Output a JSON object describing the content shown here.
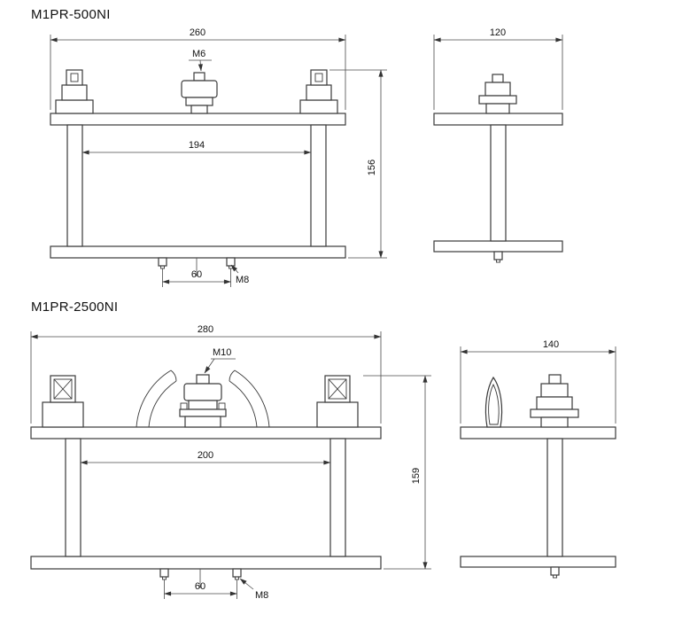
{
  "sheet": {
    "background": "#ffffff",
    "line_color": "#3a3a3a",
    "dimension_color": "#4a4a4a",
    "text_color": "#111111"
  },
  "models": [
    {
      "title": "M1PR-500NI",
      "front": {
        "overall_width": "260",
        "inner_width": "194",
        "overall_height": "156",
        "bolt_spacing": "60",
        "top_thread_label": "M6",
        "bottom_thread_label": "M8"
      },
      "side": {
        "overall_depth": "120"
      }
    },
    {
      "title": "M1PR-2500NI",
      "front": {
        "overall_width": "280",
        "inner_width": "200",
        "overall_height": "159",
        "bolt_spacing": "60",
        "top_thread_label": "M10",
        "bottom_thread_label": "M8"
      },
      "side": {
        "overall_depth": "140"
      }
    }
  ]
}
